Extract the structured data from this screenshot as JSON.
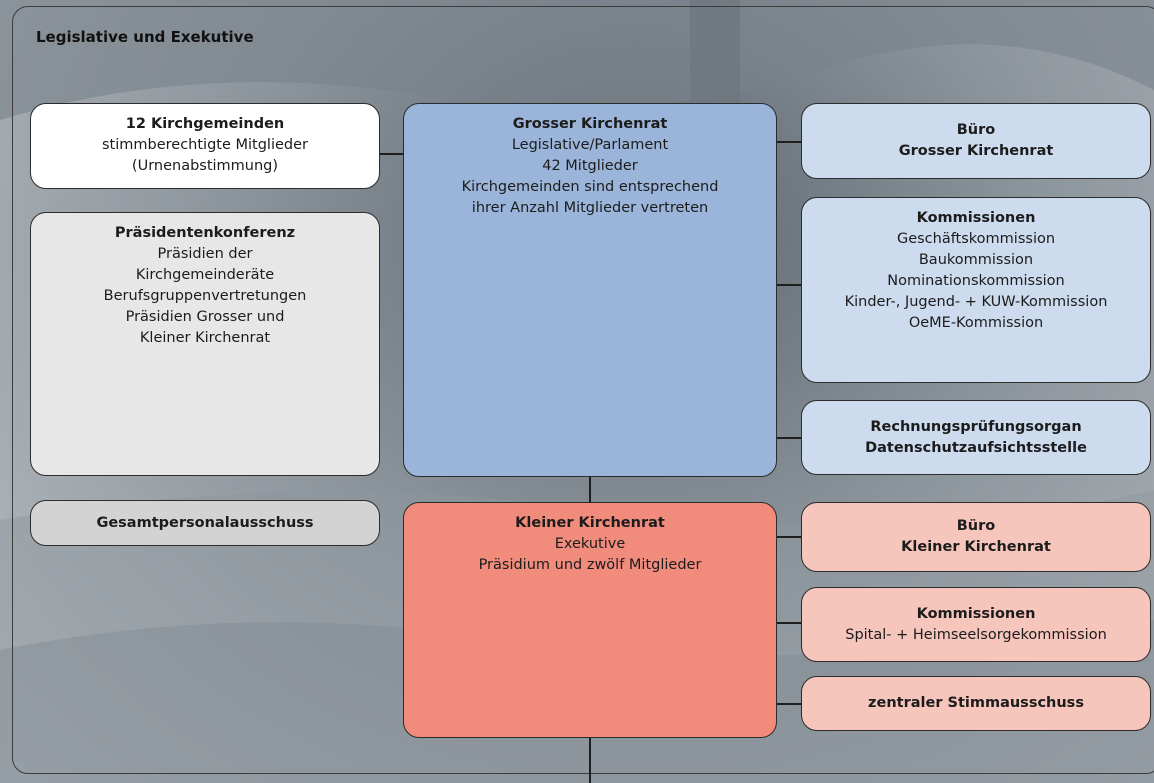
{
  "section_title": "Legislative und Exekutive",
  "boxes": {
    "kirchgemeinden": {
      "title": "12 Kirchgemeinden",
      "lines": [
        "stimmberechtigte Mitglieder",
        "(Urnenabstimmung)"
      ]
    },
    "praesidentenkonferenz": {
      "title": "Präsidentenkonferenz",
      "lines": [
        "Präsidien der",
        "Kirchgemeinderäte",
        "Berufsgruppenvertretungen",
        "Präsidien Grosser und",
        "Kleiner Kirchenrat"
      ]
    },
    "gesamtpersonal": {
      "title": "Gesamtpersonalausschuss"
    },
    "grosser_kirchenrat": {
      "title": "Grosser Kirchenrat",
      "lines": [
        "Legislative/Parlament",
        "42 Mitglieder",
        "Kirchgemeinden sind entsprechend",
        "ihrer Anzahl Mitglieder vertreten"
      ]
    },
    "kleiner_kirchenrat": {
      "title": "Kleiner Kirchenrat",
      "lines": [
        "Exekutive",
        "Präsidium und zwölf Mitglieder"
      ]
    },
    "buero_grosser": {
      "title1": "Büro",
      "title2": "Grosser Kirchenrat"
    },
    "kommissionen_gkr": {
      "title": "Kommissionen",
      "lines": [
        "Geschäftskommission",
        "Baukommission",
        "Nominationskommission",
        "Kinder-, Jugend- + KUW-Kommission",
        "OeME-Kommission"
      ]
    },
    "rechnungspruefung": {
      "title1": "Rechnungsprüfungsorgan",
      "title2": "Datenschutzaufsichtsstelle"
    },
    "buero_kleiner": {
      "title1": "Büro",
      "title2": "Kleiner Kirchenrat"
    },
    "kommissionen_kkr": {
      "title": "Kommissionen",
      "lines": [
        "Spital- + Heimseelsorgekommission"
      ]
    },
    "stimmausschuss": {
      "title": "zentraler Stimmausschuss"
    }
  },
  "colors": {
    "white": "#ffffff",
    "light_gray": "#e7e7e7",
    "mid_gray": "#d3d3d3",
    "blue": "#9bb5da",
    "light_blue": "#cddbee",
    "red": "#f18c7d",
    "light_red": "#f6c5bc"
  }
}
